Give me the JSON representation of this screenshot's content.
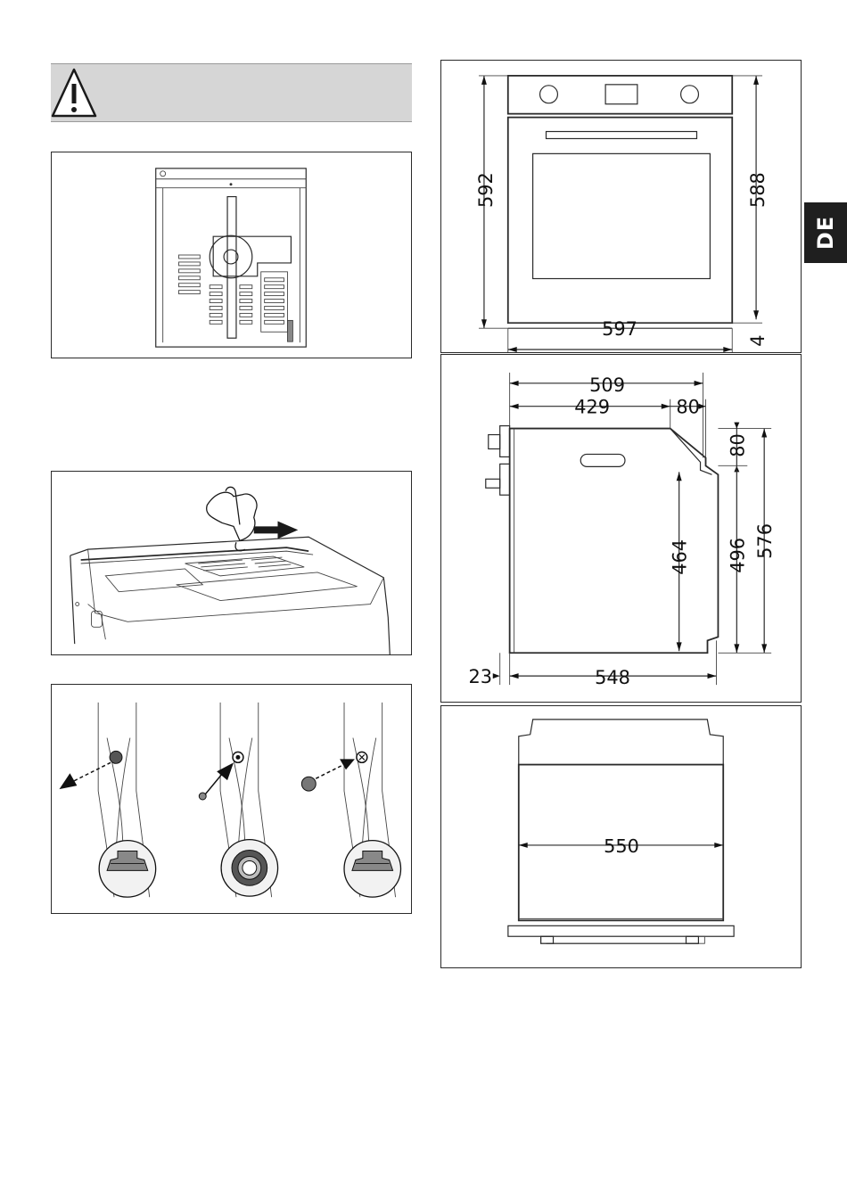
{
  "language_tab": "DE",
  "front_view": {
    "height_total": "592",
    "height_body": "588",
    "height_base": "4",
    "width": "597"
  },
  "side_view": {
    "depth_top": "509",
    "depth_upper": "429",
    "depth_step": "80",
    "height_step": "80",
    "height_inner": "464",
    "height_mid": "496",
    "height_total": "576",
    "front_protrusion": "23",
    "depth_bottom": "548"
  },
  "top_view": {
    "width": "550"
  }
}
